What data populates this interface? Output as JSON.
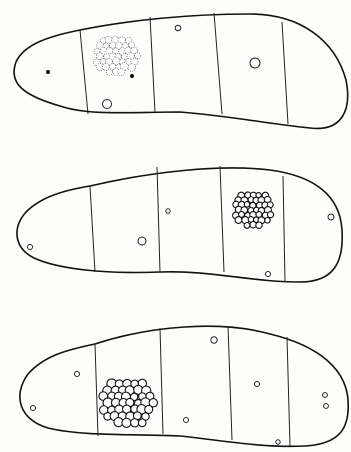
{
  "figure": {
    "panels": [
      {
        "id": "top",
        "segments": 5,
        "cluster_segment": 2,
        "cluster_style": "dotted-outline"
      },
      {
        "id": "middle",
        "segments": 5,
        "cluster_segment": 4,
        "cluster_style": "dense-solid"
      },
      {
        "id": "bottom",
        "segments": 5,
        "cluster_segment": 2,
        "cluster_style": "solid-outline"
      }
    ],
    "colors": {
      "ink": "#111111",
      "paper": "#fdfdfb"
    }
  }
}
